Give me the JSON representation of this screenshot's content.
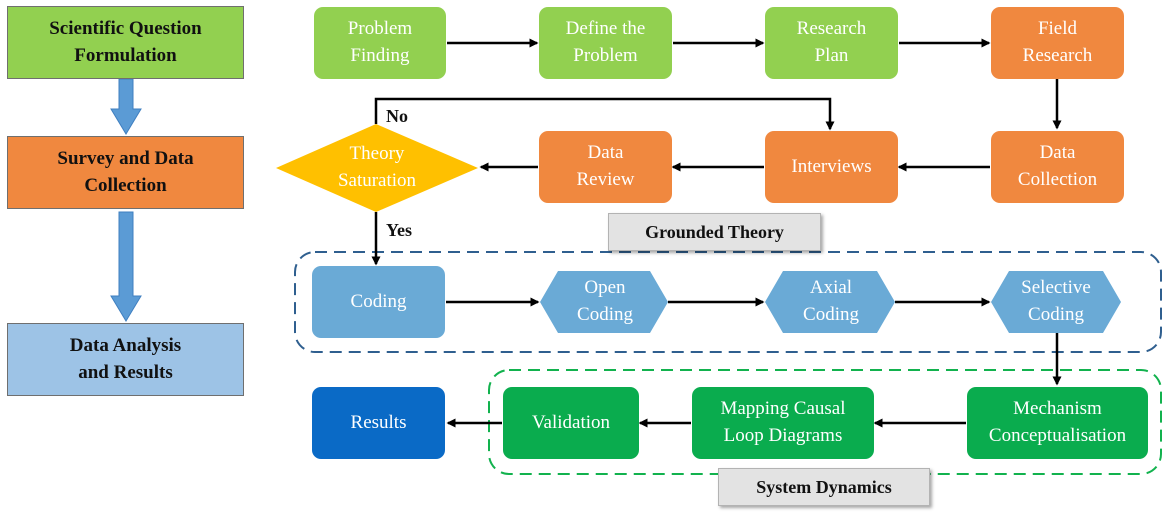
{
  "phases": {
    "formulation": "Scientific Question\nFormulation",
    "survey": "Survey and Data\nCollection",
    "analysis": "Data  Analysis\nand Results"
  },
  "grounded": {
    "problem_finding": "Problem\nFinding",
    "define_problem": "Define the\nProblem",
    "research_plan": "Research\nPlan",
    "field_research": "Field\nResearch",
    "data_collection": "Data\nCollection",
    "interviews": "Interviews",
    "data_review": "Data\nReview",
    "theory_saturation": "Theory\nSaturation",
    "no_label": "No",
    "yes_label": "Yes",
    "section_tag": "Grounded Theory"
  },
  "coding": {
    "coding": "Coding",
    "open_coding": "Open\nCoding",
    "axial_coding": "Axial\nCoding",
    "selective_coding": "Selective\nCoding"
  },
  "system_dynamics": {
    "mechanism": "Mechanism\nConceptualisation",
    "mapping": "Mapping Causal\nLoop Diagrams",
    "validation": "Validation",
    "results": "Results",
    "section_tag": "System Dynamics"
  },
  "colors": {
    "light_green": "#92d050",
    "orange": "#f0883f",
    "yellow": "#ffc000",
    "steel_blue": "#6aaad6",
    "green": "#0aac4e",
    "dark_blue": "#0a6ac6",
    "phase_blue": "#9dc3e6",
    "arrow_blue": "#5b9bd5",
    "dashed_blue": "#2f5f8f",
    "dashed_green": "#12b24e"
  }
}
